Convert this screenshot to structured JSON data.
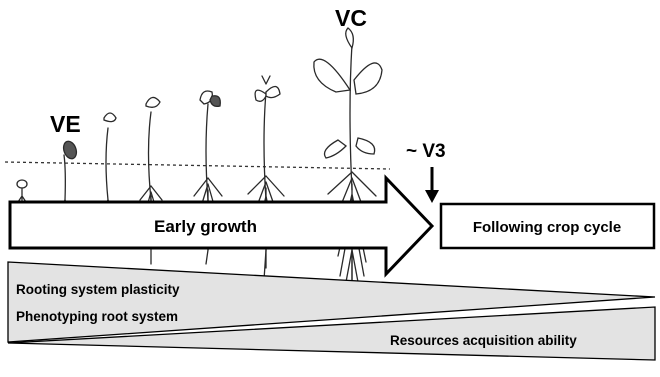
{
  "stage_labels": {
    "ve": "VE",
    "vc": "VC",
    "v3": "~ V3"
  },
  "arrow": {
    "label": "Early growth"
  },
  "next_phase": {
    "label": "Following crop cycle"
  },
  "wedges": {
    "upper_line1": "Rooting system plasticity",
    "upper_line2": "Phenotyping root system",
    "lower": "Resources acquisition ability"
  },
  "colors": {
    "wedge_fill": "#e3e3e3",
    "stroke": "#000000",
    "plant_ink": "#2a2a2a"
  }
}
